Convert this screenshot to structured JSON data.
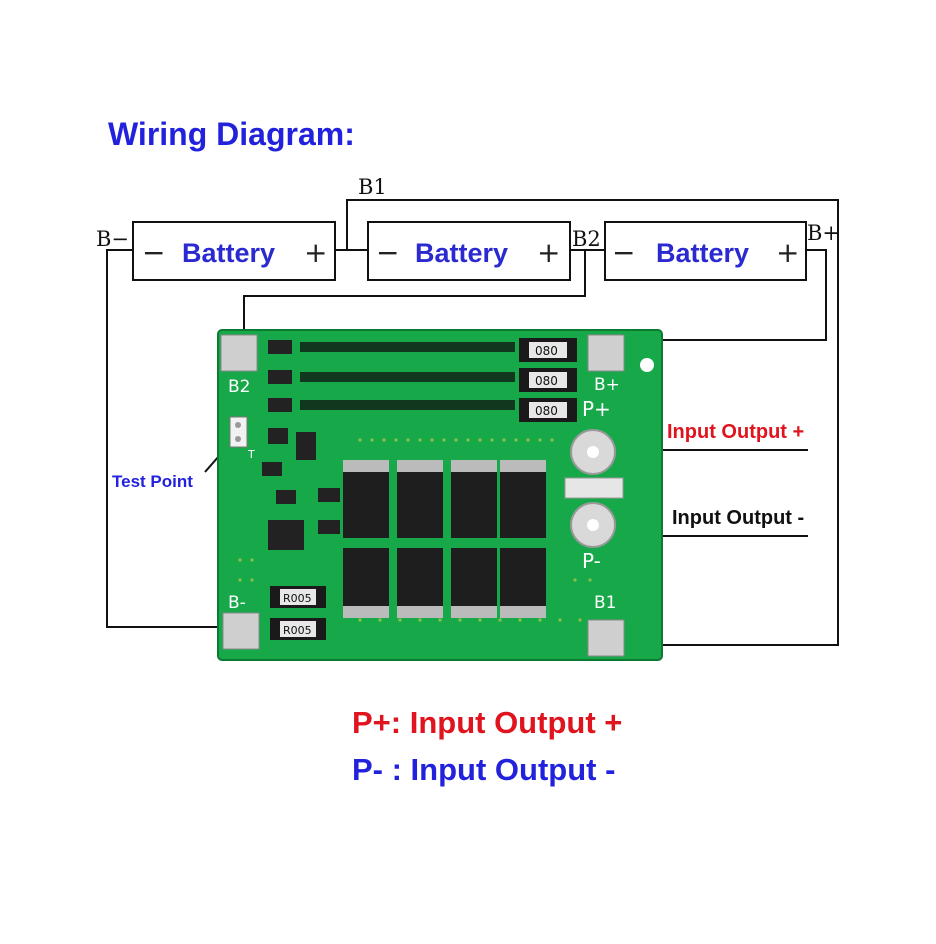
{
  "title": "Wiring Diagram:",
  "batteries": [
    {
      "label": "Battery",
      "minus": "−",
      "plus": "+"
    },
    {
      "label": "Battery",
      "minus": "−",
      "plus": "+"
    },
    {
      "label": "Battery",
      "minus": "−",
      "plus": "+"
    }
  ],
  "terminals": {
    "b_minus": "B−",
    "b1": "B1",
    "b2": "B2",
    "b_plus": "B+"
  },
  "board": {
    "pad_b2": "B2",
    "pad_b_plus": "B+",
    "pad_p_plus": "P+",
    "pad_p_minus": "P-",
    "pad_b_minus": "B-",
    "pad_b1": "B1",
    "test_pad_label": "T",
    "resistors": [
      "080",
      "080",
      "080"
    ],
    "shunts": [
      "R005",
      "R005"
    ],
    "color": "#17a84a"
  },
  "callouts": {
    "test_point": "Test Point",
    "input_output_plus": "Input Output +",
    "input_output_minus": "Input Output -"
  },
  "legend": {
    "line1": "P+: Input Output +",
    "line2": "P- : Input Output -"
  },
  "colors": {
    "title": "#2222dd",
    "red": "#e0141e",
    "blue": "#2222dd",
    "pcb": "#17a84a"
  }
}
